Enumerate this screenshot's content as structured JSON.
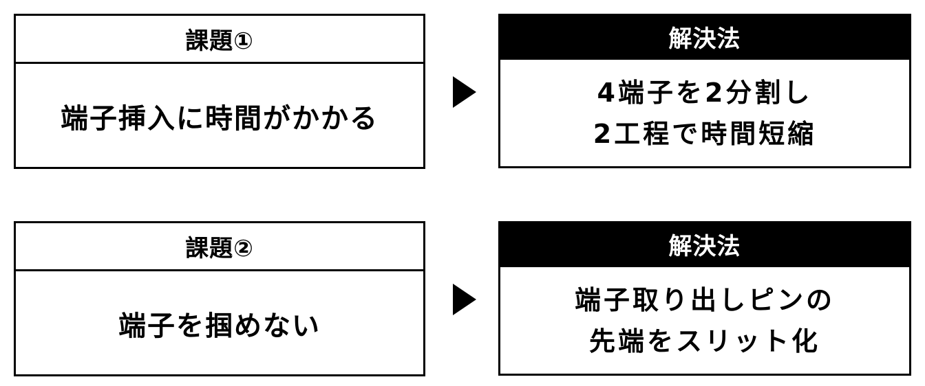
{
  "rows": [
    {
      "problem": {
        "title": "課題①",
        "text": "端子挿入に時間がかかる"
      },
      "solution": {
        "title": "解決法",
        "line1": "4端子を2分割し",
        "line2": "2工程で時間短縮"
      }
    },
    {
      "problem": {
        "title": "課題②",
        "text": "端子を掴めない"
      },
      "solution": {
        "title": "解決法",
        "line1": "端子取り出しピンの",
        "line2": "先端をスリット化"
      }
    }
  ],
  "colors": {
    "border": "#000000",
    "solution_header_bg": "#000000",
    "solution_header_text": "#ffffff",
    "background": "#ffffff"
  },
  "icons": {
    "arrow": "right-triangle-arrow"
  }
}
